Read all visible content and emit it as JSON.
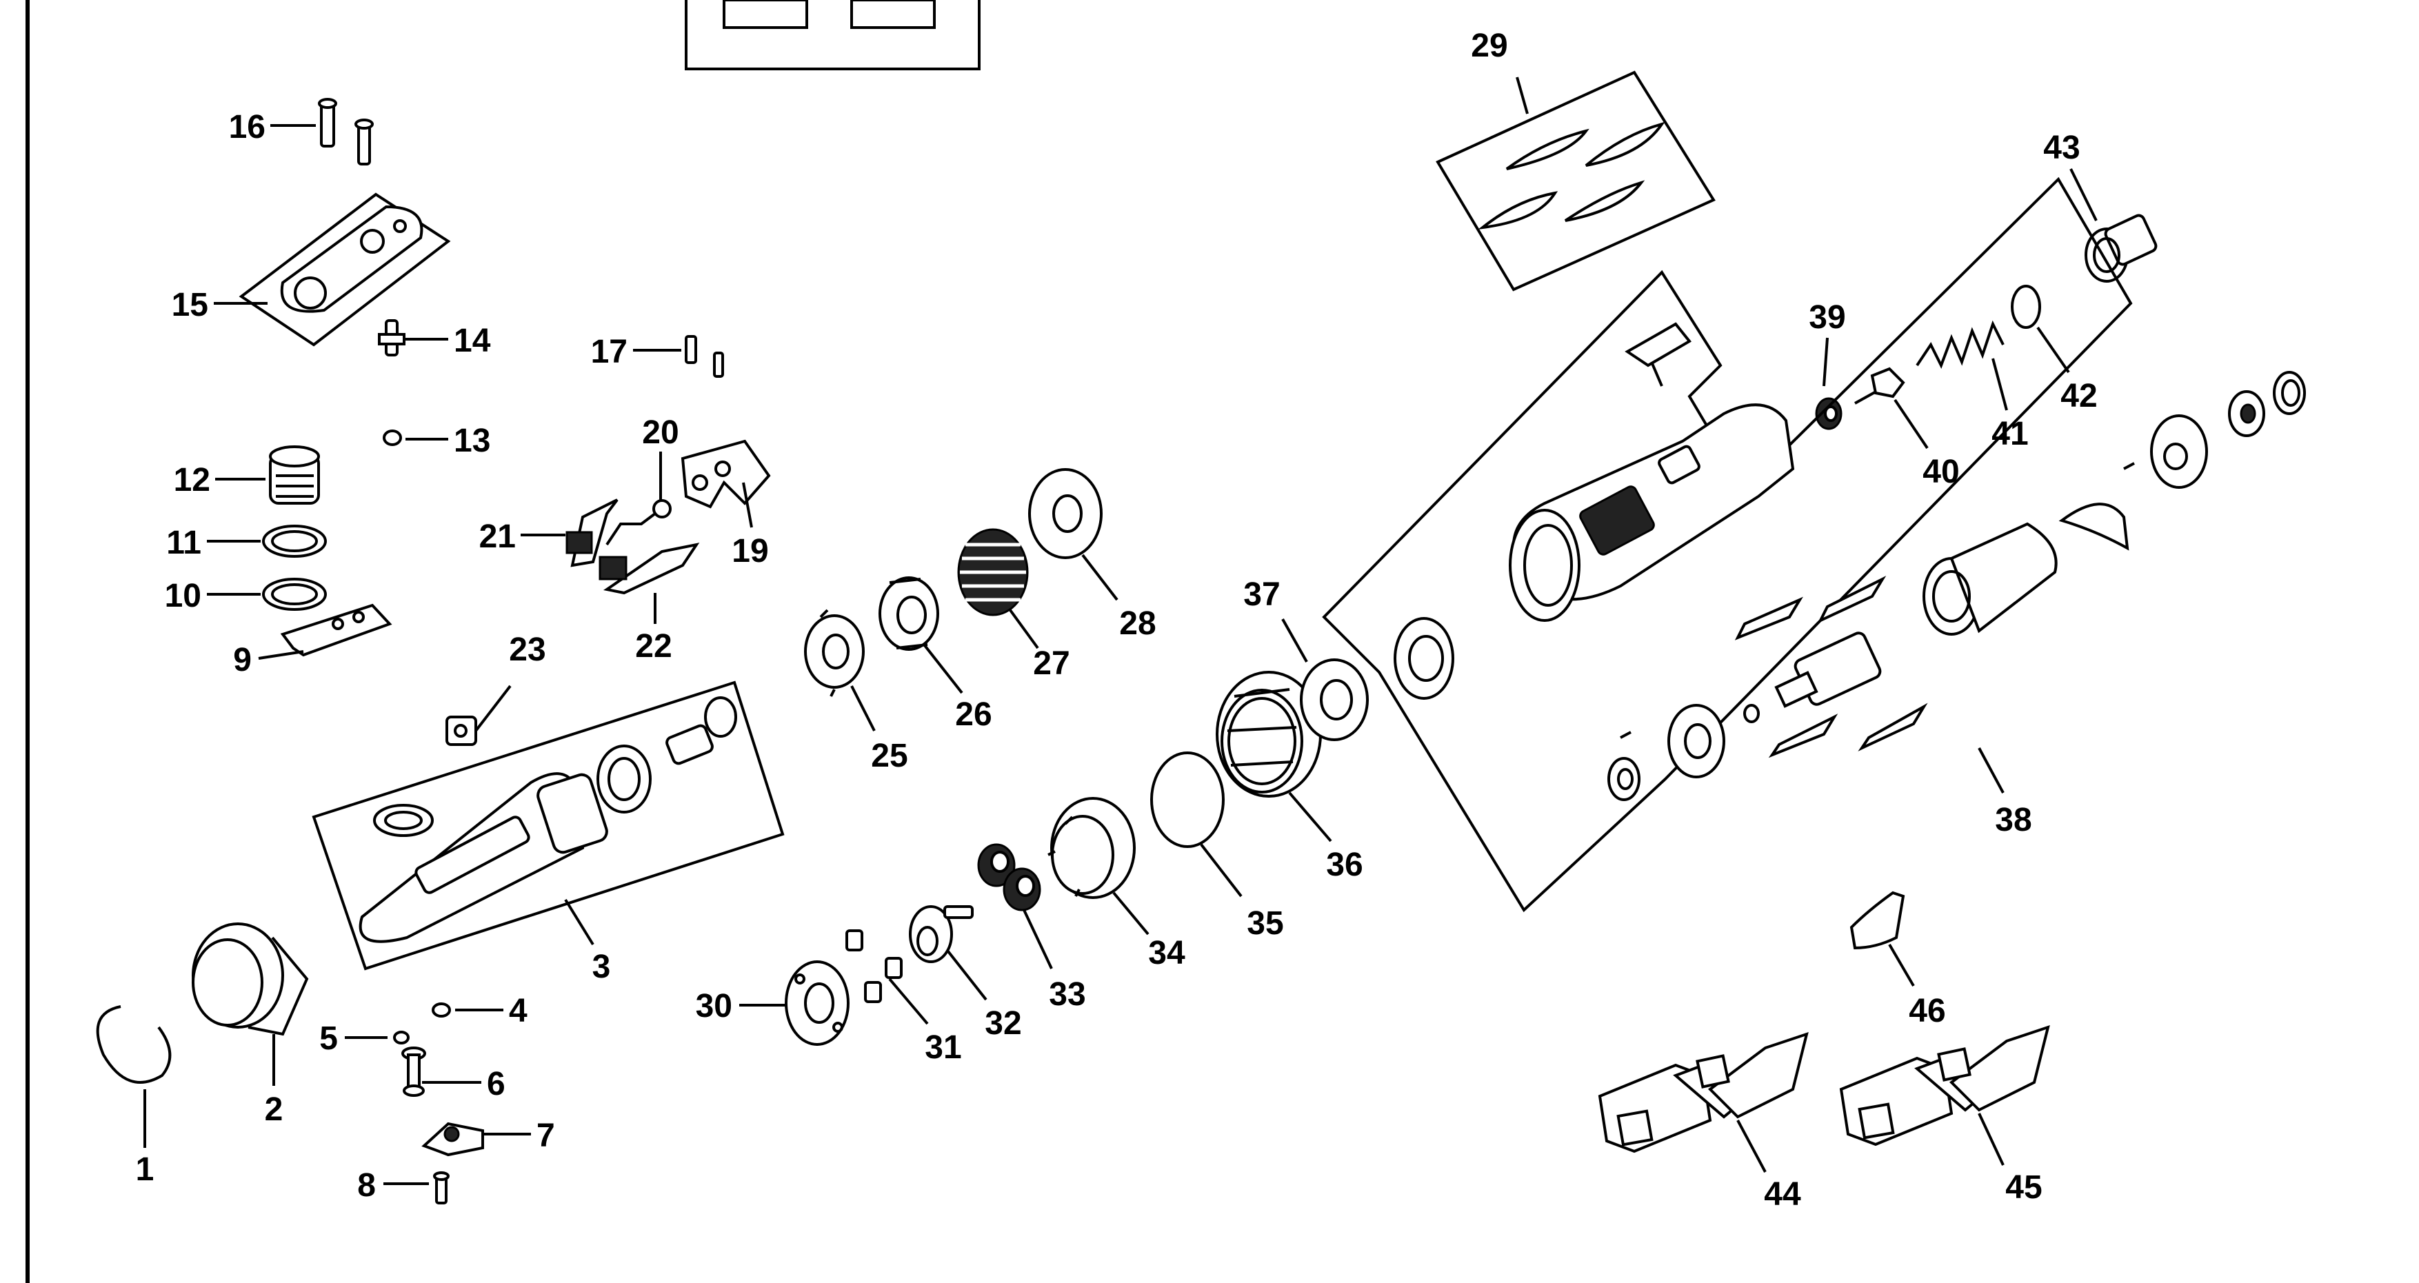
{
  "callouts": [
    {
      "label": "1"
    },
    {
      "label": "2"
    },
    {
      "label": "3"
    },
    {
      "label": "4"
    },
    {
      "label": "5"
    },
    {
      "label": "6"
    },
    {
      "label": "7"
    },
    {
      "label": "8"
    },
    {
      "label": "9"
    },
    {
      "label": "10"
    },
    {
      "label": "11"
    },
    {
      "label": "12"
    },
    {
      "label": "13"
    },
    {
      "label": "14"
    },
    {
      "label": "15"
    },
    {
      "label": "16"
    },
    {
      "label": "17"
    },
    {
      "label": "19"
    },
    {
      "label": "20"
    },
    {
      "label": "21"
    },
    {
      "label": "22"
    },
    {
      "label": "23"
    },
    {
      "label": "25"
    },
    {
      "label": "26"
    },
    {
      "label": "27"
    },
    {
      "label": "28"
    },
    {
      "label": "29"
    },
    {
      "label": "30"
    },
    {
      "label": "31"
    },
    {
      "label": "32"
    },
    {
      "label": "33"
    },
    {
      "label": "34"
    },
    {
      "label": "35"
    },
    {
      "label": "36"
    },
    {
      "label": "37"
    },
    {
      "label": "38"
    },
    {
      "label": "39"
    },
    {
      "label": "40"
    },
    {
      "label": "41"
    },
    {
      "label": "42"
    },
    {
      "label": "43"
    },
    {
      "label": "44"
    },
    {
      "label": "45"
    },
    {
      "label": "46"
    }
  ]
}
